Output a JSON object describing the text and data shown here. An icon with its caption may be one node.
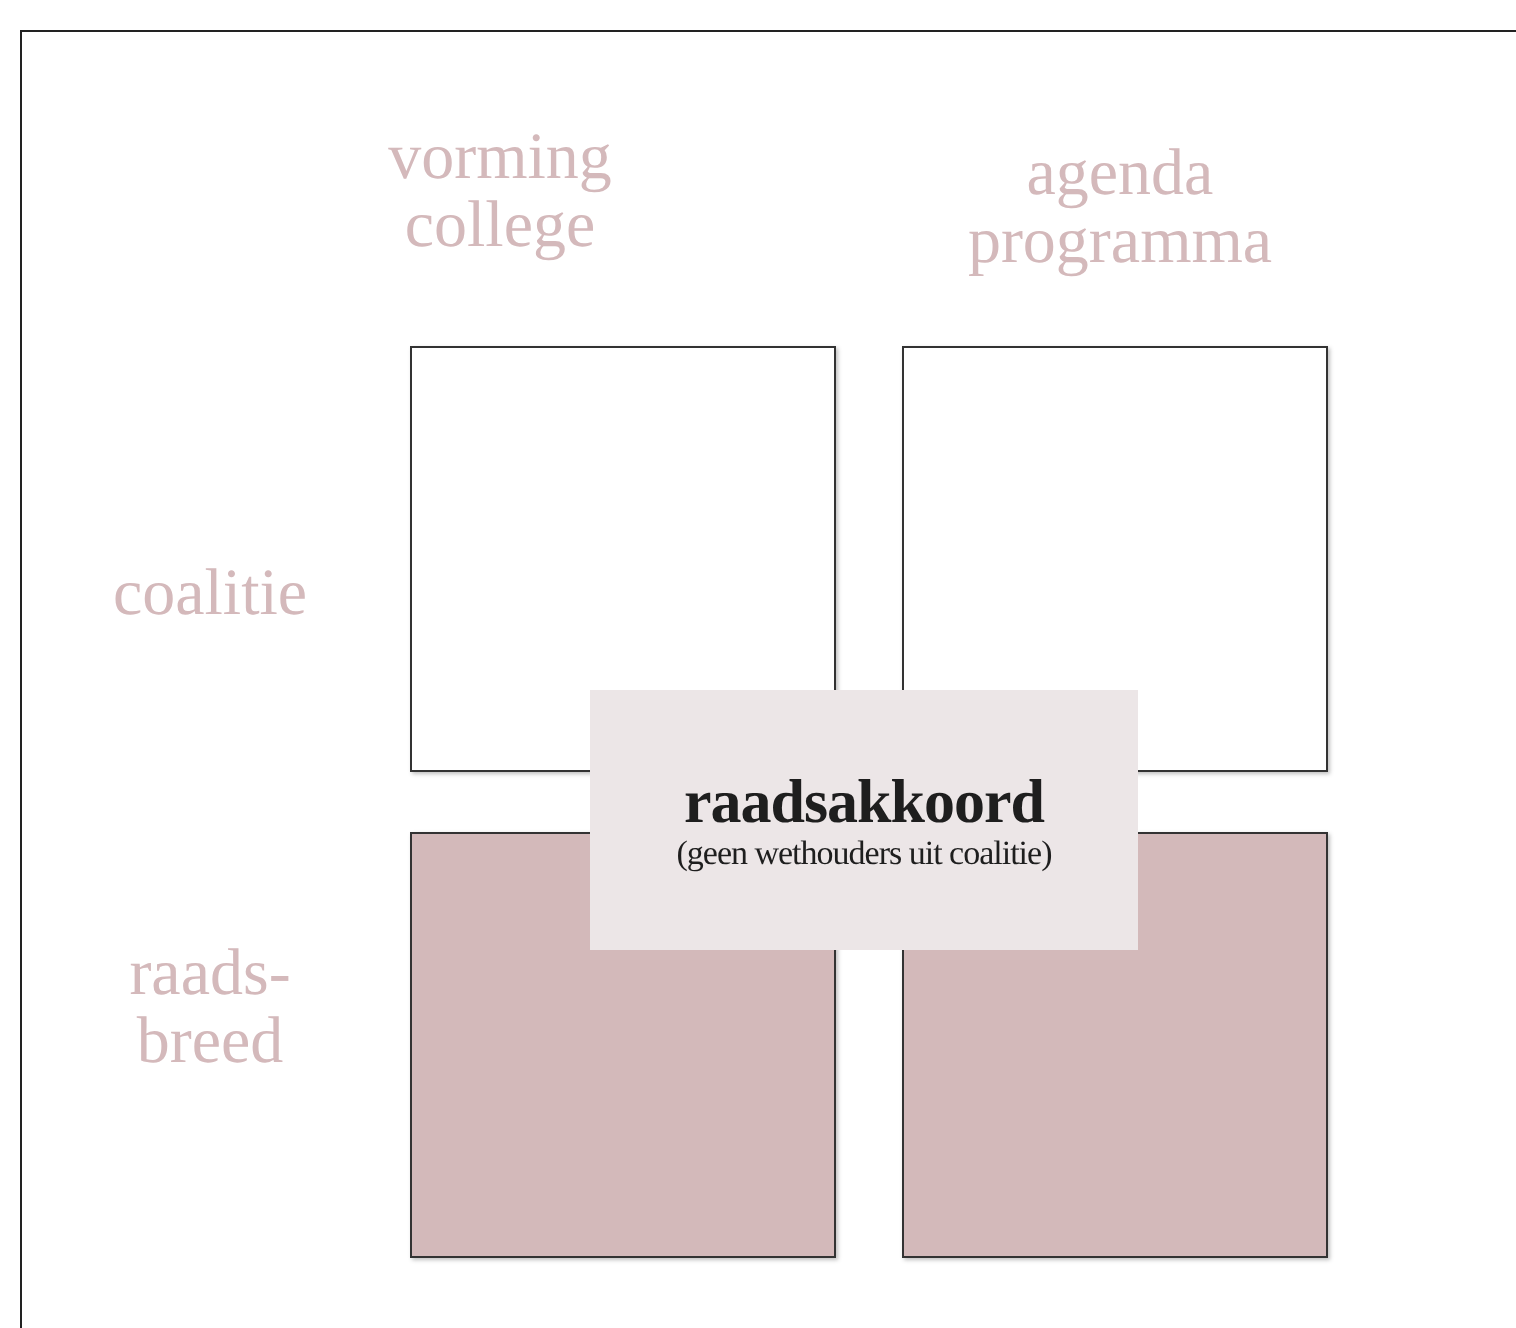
{
  "diagram": {
    "nodes": [
      {
        "text": [],
        "shape": "box"
      },
      {
        "text": [],
        "shape": "box"
      },
      {
        "text": [],
        "shape": "box"
      },
      {
        "text": [],
        "shape": "box"
      },
      {
        "text": [
          "raadsakkoord",
          "(geen wethouders uit coalitie)"
        ]
      }
    ],
    "edges": [],
    "labels": [
      "vorming college",
      "agenda programma",
      "coalitie",
      "raads- breed"
    ]
  }
}
